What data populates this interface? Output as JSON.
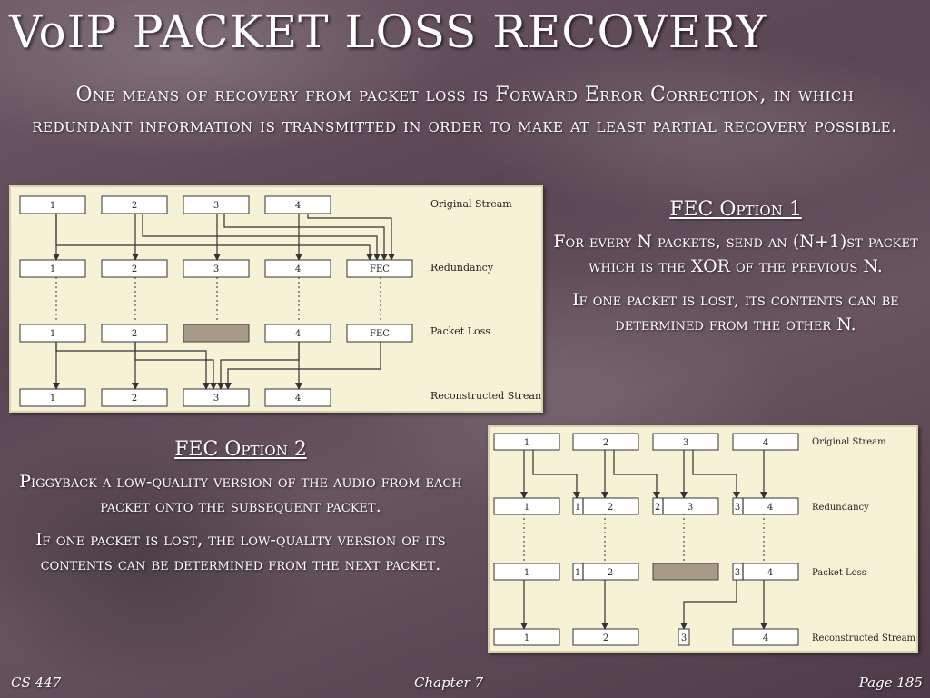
{
  "slide": {
    "title": "VoIP PACKET LOSS RECOVERY",
    "intro": "One means of recovery from packet loss is Forward Error Correction, in which redundant information is transmitted in order to make at least partial recovery possible."
  },
  "diagram1": {
    "rows": [
      "Original Stream",
      "Redundancy",
      "Packet Loss",
      "Reconstructed Stream"
    ],
    "packets": [
      "1",
      "2",
      "3",
      "4"
    ],
    "fec_label": "FEC"
  },
  "diagram2": {
    "rows": [
      "Original Stream",
      "Redundancy",
      "Packet Loss",
      "Reconstructed Stream"
    ],
    "packets": [
      "1",
      "2",
      "3",
      "4"
    ]
  },
  "option1": {
    "heading": "FEC Option 1",
    "p1": "For every N packets, send an (N+1)st packet which is the XOR of the previous N.",
    "p2": "If one packet is lost, its contents can be determined from the other N."
  },
  "option2": {
    "heading": "FEC Option 2",
    "p1": "Piggyback a low-quality version of the audio from each packet onto the subsequent packet.",
    "p2": "If one packet is lost, the low-quality version of its contents can be determined from the next packet."
  },
  "footer": {
    "course": "CS 447",
    "chapter": "Chapter 7",
    "page": "Page 185"
  },
  "colors": {
    "diagram_bg": "#f7f2d6",
    "lost_packet": "#a89a88"
  }
}
